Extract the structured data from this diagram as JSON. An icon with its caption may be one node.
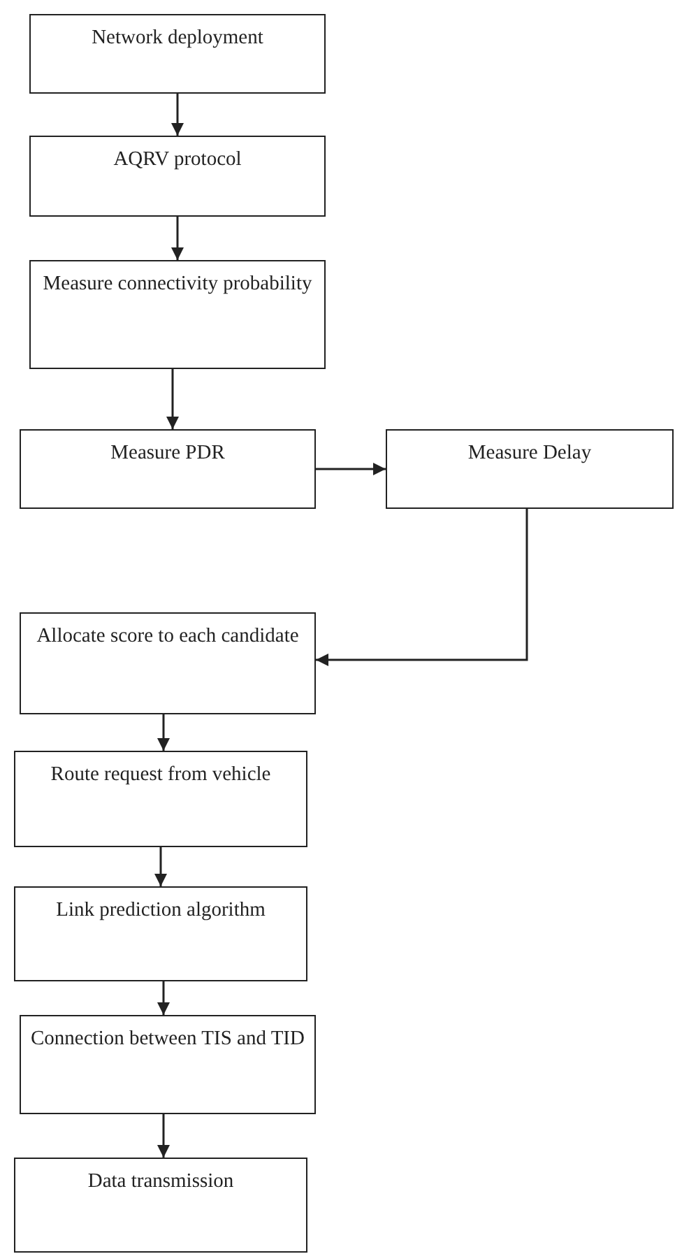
{
  "diagram": {
    "nodes": [
      {
        "text": [
          "Network deployment"
        ]
      },
      {
        "text": [
          "AQRV protocol"
        ]
      },
      {
        "text": [
          "Measure connectivity probability"
        ]
      },
      {
        "text": [
          "Measure PDR"
        ]
      },
      {
        "text": [
          "Measure Delay"
        ]
      },
      {
        "text": [
          "Allocate score to each candidate"
        ]
      },
      {
        "text": [
          "Route request from vehicle"
        ]
      },
      {
        "text": [
          "Link prediction algorithm"
        ]
      },
      {
        "text": [
          "Connection between TIS and TID"
        ]
      },
      {
        "text": [
          "Data transmission"
        ]
      }
    ],
    "edges": [
      {
        "from": 0,
        "to": 1,
        "arrow": "to"
      },
      {
        "from": 1,
        "to": 2,
        "arrow": "to"
      },
      {
        "from": 2,
        "to": 3,
        "arrow": "to"
      },
      {
        "from": 3,
        "to": 4,
        "arrow": "to"
      },
      {
        "from": 4,
        "to": 5,
        "arrow": "to"
      },
      {
        "from": 5,
        "to": 6,
        "arrow": "to"
      },
      {
        "from": 6,
        "to": 7,
        "arrow": "to"
      },
      {
        "from": 7,
        "to": 8,
        "arrow": "to"
      },
      {
        "from": 8,
        "to": 9,
        "arrow": "to"
      }
    ]
  }
}
